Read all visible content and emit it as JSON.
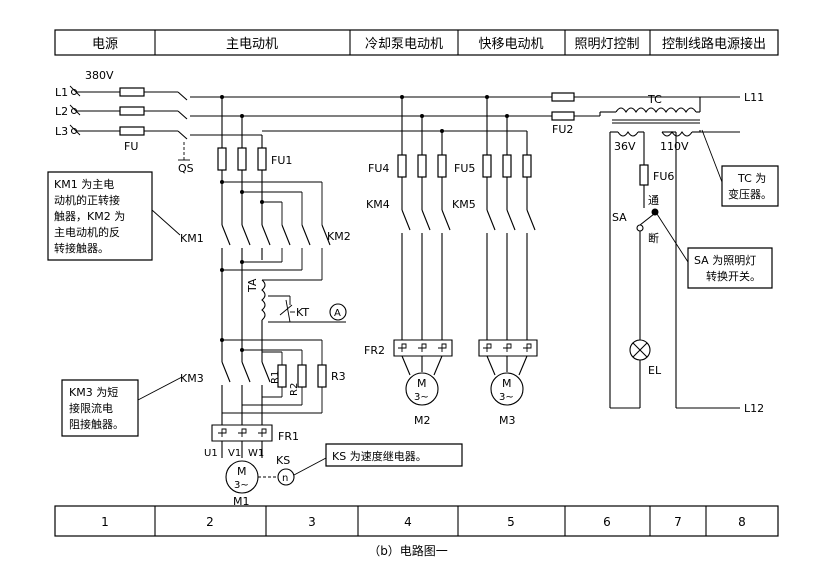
{
  "header": {
    "cells": [
      "电源",
      "主电动机",
      "冷却泵电动机",
      "快移电动机",
      "照明灯控制",
      "控制线路电源接出"
    ]
  },
  "footer": {
    "cells": [
      "1",
      "2",
      "3",
      "4",
      "5",
      "6",
      "7",
      "8"
    ]
  },
  "caption": "（b）电路图一",
  "labels": {
    "voltage_380": "380V",
    "L1": "L1",
    "L2": "L2",
    "L3": "L3",
    "FU": "FU",
    "QS": "QS",
    "FU1": "FU1",
    "FU2": "FU2",
    "FU4": "FU4",
    "FU5": "FU5",
    "FU6": "FU6",
    "KM1": "KM1",
    "KM2": "KM2",
    "KM3": "KM3",
    "KM4": "KM4",
    "KM5": "KM5",
    "TA": "TA",
    "KT": "KT",
    "A": "A",
    "R1": "R1",
    "R2": "R2",
    "R3": "R3",
    "FR1": "FR1",
    "FR2": "FR2",
    "U1": "U1",
    "V1": "V1",
    "W1": "W1",
    "M": "M",
    "phase": "3~",
    "M1": "M1",
    "M2": "M2",
    "M3": "M3",
    "KS": "KS",
    "KS_sym": "n",
    "TC": "TC",
    "v36": "36V",
    "v110": "110V",
    "SA": "SA",
    "tong": "通",
    "duan": "断",
    "EL": "EL",
    "L11": "L11",
    "L12": "L12"
  },
  "callouts": {
    "km12": [
      "KM1 为主电",
      "动机的正转接",
      "触器，KM2 为",
      "主电动机的反",
      "转接触器。"
    ],
    "km3": [
      "KM3 为短",
      "接限流电",
      "阻接触器。"
    ],
    "ks": [
      "KS 为速度继电器。"
    ],
    "tc": [
      "TC 为",
      "变压器。"
    ],
    "sa": [
      "SA 为照明灯",
      "转换开关。"
    ]
  }
}
